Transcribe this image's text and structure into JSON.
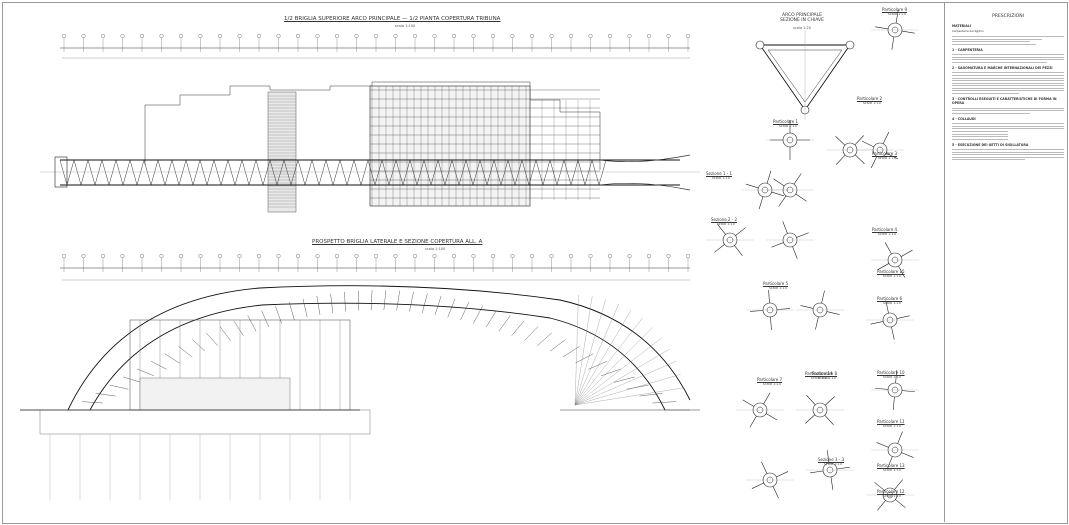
{
  "sheet": {
    "plan_title": "1/2 BRIGLIA SUPERIORE ARCO PRINCIPALE  —  1/2 PIANTA COPERTURA TRIBUNA",
    "plan_scale": "scala 1:100",
    "elevation_title": "PROSPETTO BRIGLIA LATERALE E SEZIONE COPERTURA ALL. A",
    "elevation_scale": "scala 1:100",
    "section_title": "ARCO PRINCIPALE\nSEZIONE IN CHIAVE",
    "section_scale": "scala 1:20"
  },
  "details": [
    {
      "label": "Particolare 1",
      "scale": "scala 1:10"
    },
    {
      "label": "Particolare 2",
      "scale": "scala 1:10"
    },
    {
      "label": "Particolare 3",
      "scale": "scala 1:10"
    },
    {
      "label": "Particolare 4",
      "scale": "scala 1:10"
    },
    {
      "label": "Particolare 5",
      "scale": "scala 1:10"
    },
    {
      "label": "Particolare 6",
      "scale": "scala 1:10"
    },
    {
      "label": "Particolare 7",
      "scale": "scala 1:10"
    },
    {
      "label": "Particolare 8",
      "scale": "scala 1:10"
    },
    {
      "label": "Particolare 9",
      "scale": "scala 1:10"
    },
    {
      "label": "Particolare 10",
      "scale": "scala 1:10"
    },
    {
      "label": "Particolare 11",
      "scale": "scala 1:10"
    },
    {
      "label": "Particolare 12",
      "scale": "scala 1:10"
    },
    {
      "label": "Particolare 13",
      "scale": "scala 1:10"
    },
    {
      "label": "Particolare 14",
      "scale": "scala 1:10"
    },
    {
      "label": "Particolare 15",
      "scale": "scala 1:10"
    },
    {
      "label": "Sezione 1 - 1",
      "scale": "scala 1:10"
    },
    {
      "label": "Sezione 2 - 2",
      "scale": "scala 1:10"
    },
    {
      "label": "Sezione 3 - 3",
      "scale": "scala 1:10"
    }
  ],
  "notes": {
    "header": "PRESCRIZIONI",
    "materials_title": "MATERIALI",
    "steel_title": "Carpenteria del Kg/ton",
    "sections": [
      "1 - CARPENTERIA",
      "2 - SAGOMATURA E MARCHE INTERNAZIONALI DEI PEZZI",
      "3 - CONTROLLI ESEGUITI E CARATTERISTICHE DI FORMA IN OPERA",
      "4 - COLLAUDI",
      "5 - ESECUZIONE DEI GETTI DI SIGILLATURA"
    ]
  }
}
